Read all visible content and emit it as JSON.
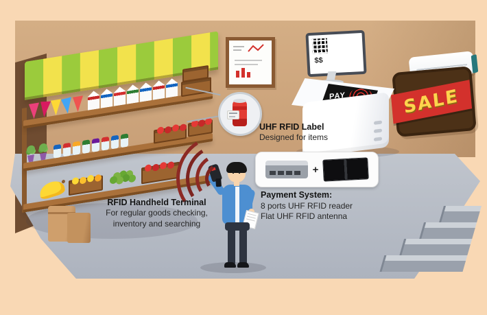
{
  "labels": {
    "sale": "SALE",
    "pay": "PAY",
    "monitor_price": "$$",
    "plus": "+"
  },
  "callouts": {
    "uhf_label": {
      "title": "UHF RFID Label",
      "subtitle": "Designed for items"
    },
    "handheld": {
      "title": "RFID Handheld Terminal",
      "line1": "For regular goods checking,",
      "line2": "inventory and searching"
    },
    "payment": {
      "title": "Payment System:",
      "line1": "8 ports UHF RFID reader",
      "line2": "Flat UHF RFID antenna"
    }
  },
  "icons": {
    "qr_code": "qr-code-icon",
    "payment_spiral": "contactless-spiral-icon",
    "signal_arcs": "rfid-signal-arcs-icon",
    "rfid_tag": "rfid-tag-chip-icon"
  },
  "colors": {
    "background": "#f9d8b4",
    "wall": "#cda87f",
    "left_wall": "#6f4c31",
    "floor": "#b6bcc5",
    "awning_green": "#9bcb3c",
    "awning_yellow": "#f2e24c",
    "sale_red": "#d3312c",
    "sale_letters": "#ffd44d",
    "shirt_blue": "#4d8fd1",
    "signal_red": "#7d2420",
    "can_red": "#d42b2b"
  }
}
